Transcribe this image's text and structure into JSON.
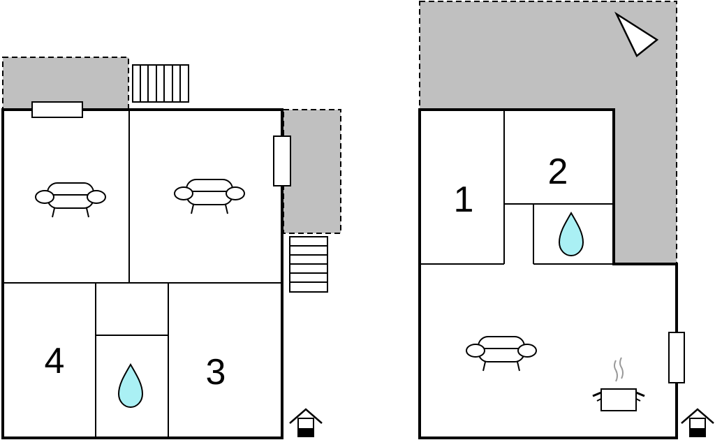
{
  "floor_plan": {
    "ground_floor": {
      "bedrooms": [
        {
          "number": "4"
        },
        {
          "number": "3"
        }
      ],
      "features": [
        "armchair-icon",
        "armchair-icon",
        "water-drop-icon",
        "stairs",
        "entrance-icon"
      ]
    },
    "upper_floor": {
      "bedrooms": [
        {
          "number": "1"
        },
        {
          "number": "2"
        }
      ],
      "features": [
        "water-drop-icon",
        "armchair-icon",
        "cooking-pot-icon",
        "entrance-icon",
        "compass-arrow-icon"
      ]
    }
  },
  "colors": {
    "wall": "#000000",
    "terrace": "#c0c0c0",
    "water": "#aaf0f4",
    "background": "#ffffff"
  }
}
